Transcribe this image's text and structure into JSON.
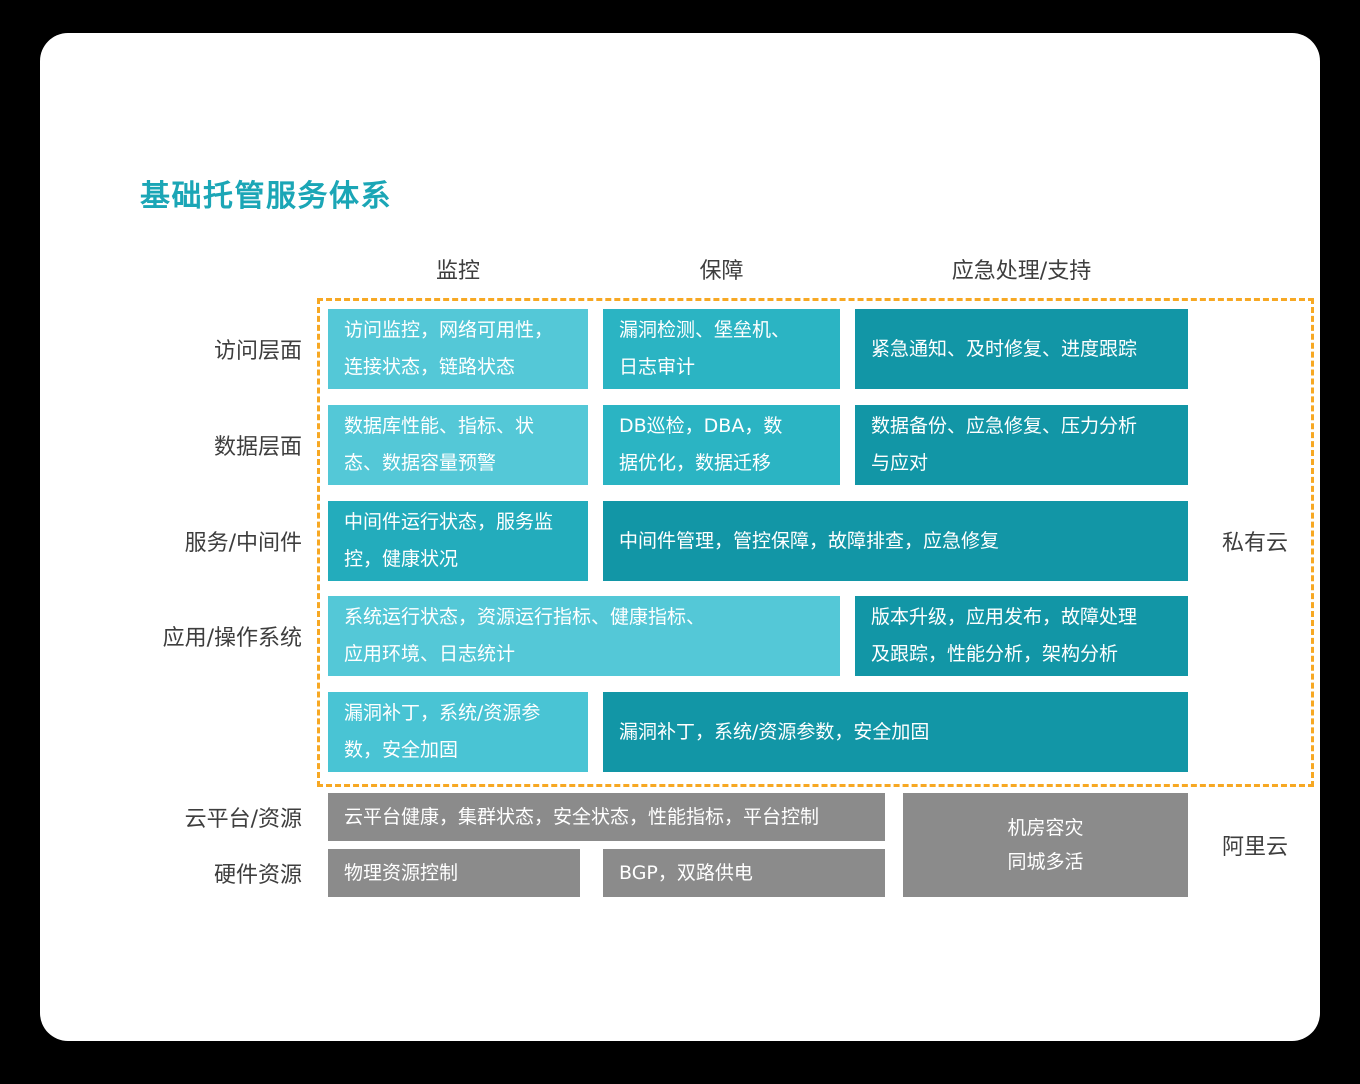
{
  "title": "基础托管服务体系",
  "palette": {
    "title_teal": "#1BA6B6",
    "light": "#54C8D7",
    "light2": "#49C4D4",
    "medium": "#2BB4C3",
    "medium2": "#23ACBC",
    "dark": "#1296A6",
    "gray": "#8B8B8B",
    "dashed_border": "#F7A823",
    "label_text": "#3E3E3E",
    "cell_text": "#FFFFFF"
  },
  "columns": [
    "监控",
    "保障",
    "应急处理/支持"
  ],
  "row_labels": [
    "访问层面",
    "数据层面",
    "服务/中间件",
    "应用/操作系统",
    "云平台/资源",
    "硬件资源"
  ],
  "legend": {
    "private_cloud": "私有云",
    "ali_cloud": "阿里云"
  },
  "cells": {
    "access_monitoring": {
      "lines": [
        "访问监控，网络可用性，",
        "连接状态，链路状态"
      ]
    },
    "access_assurance": {
      "lines": [
        "漏洞检测、堡垒机、",
        "日志审计"
      ]
    },
    "access_emergency": {
      "lines": [
        "紧急通知、及时修复、进度跟踪"
      ]
    },
    "data_monitoring": {
      "lines": [
        "数据库性能、指标、状",
        "态、数据容量预警"
      ]
    },
    "data_assurance": {
      "lines": [
        "DB巡检，DBA，数",
        "据优化，数据迁移"
      ]
    },
    "data_emergency": {
      "lines": [
        "数据备份、应急修复、压力分析",
        "与应对"
      ]
    },
    "middleware_monitoring": {
      "lines": [
        "中间件运行状态，服务监",
        "控，健康状况"
      ]
    },
    "middleware_assurance_emergency": {
      "lines": [
        "中间件管理，管控保障，故障排查，应急修复"
      ]
    },
    "app_monitoring_assurance": {
      "lines": [
        "系统运行状态，资源运行指标、健康指标、",
        "应用环境、日志统计"
      ]
    },
    "app_emergency": {
      "lines": [
        "版本升级，应用发布，故障处理",
        "及跟踪，性能分析，架构分析"
      ]
    },
    "patch_monitoring": {
      "lines": [
        "漏洞补丁，系统/资源参",
        "数，安全加固"
      ]
    },
    "patch_assurance_emergency": {
      "lines": [
        "漏洞补丁，系统/资源参数，安全加固"
      ]
    },
    "cloud_platform": {
      "lines": [
        "云平台健康，集群状态，安全状态，性能指标，平台控制"
      ]
    },
    "physical_resource": {
      "lines": [
        "物理资源控制"
      ]
    },
    "bgp_power": {
      "lines": [
        "BGP，双路供电"
      ]
    },
    "datacenter_dr": {
      "lines": [
        "机房容灾",
        "同城多活"
      ]
    }
  }
}
